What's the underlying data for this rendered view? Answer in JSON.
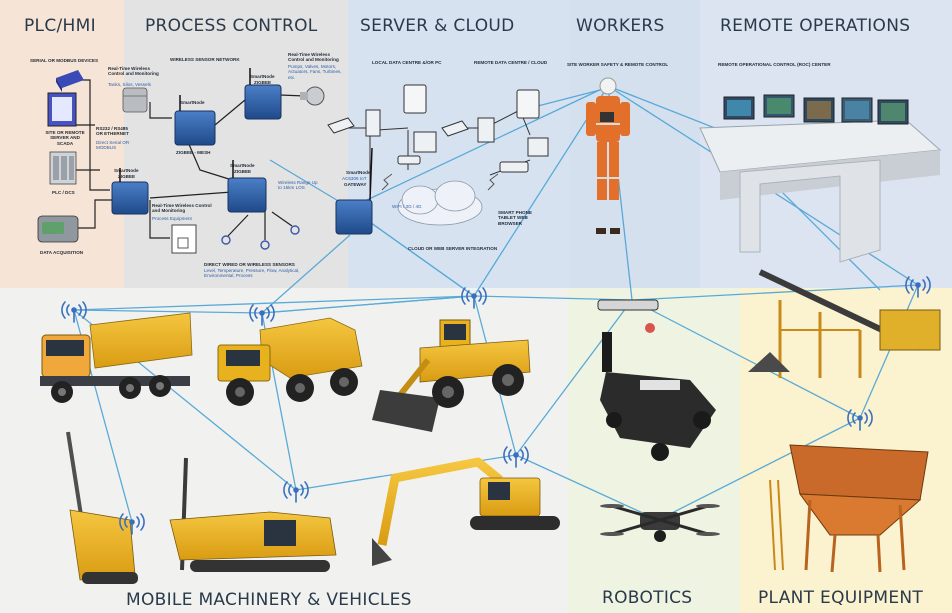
{
  "sections": {
    "plc_hmi": "PLC/HMI",
    "process_control": "PROCESS CONTROL",
    "server_cloud": "SERVER & CLOUD",
    "workers": "WORKERS",
    "remote_operations": "REMOTE OPERATIONS",
    "mobile_machinery": "MOBILE MACHINERY & VEHICLES",
    "robotics": "ROBOTICS",
    "plant_equipment": "PLANT EQUIPMENT"
  },
  "plc_labels": {
    "serial_devices": "SERIAL OR MODBUS DEVICES",
    "site_server": "SITE OR REMOTE SERVER AND SCADA",
    "plc_dcs": "PLC / DCS",
    "data_acquisition": "DATA ACQUISITION",
    "rs_link": "RS232 / RS485 OR ETHERNET",
    "direct_serial": "Direct Serial OR MODBUS"
  },
  "process_labels": {
    "wireless_sensor_network": "WIRELESS SENSOR NETWORK",
    "rt_control_top_title": "Real-Time Wireless Control and Monitoring",
    "rt_control_top_detail": "Pumps, Valves, Motors, Actuators, Fans, Turbines, etc.",
    "rt_control_left_title": "Real-Time Wireless Control and Monitoring",
    "rt_control_left_detail": "Tanks, Silos, Vessels",
    "smartnode": "SmartNode",
    "zigbee": "ZIGBEE",
    "zigbee_mesh": "ZIGBEE - MESH",
    "rt_control_mid_title": "Real-Time Wireless Control and Monitoring",
    "rt_control_mid_detail": "Process Equipment",
    "wireless_range": "Wireless Range Up to 15km LOS",
    "direct_wired_title": "DIRECT WIRED OR WIRELESS SENSORS",
    "direct_wired_detail": "Level, Temperature, Pressure, Flow, Analytical, Environmental, Process",
    "gateway_line1": "SmartNode",
    "gateway_line2": "AC6306 IoT",
    "gateway_line3": "GATEWAY"
  },
  "server_labels": {
    "local_data_centre": "LOCAL DATA CENTRE &/OR PC",
    "remote_data_centre": "REMOTE DATA CENTRE / CLOUD",
    "wifi": "WIFI / 3G / 4G",
    "devices": "SMART PHONE TABLET WEB BROWSER",
    "cloud_caption": "CLOUD OR WEB SERVER INTEGRATION"
  },
  "workers_labels": {
    "caption": "SITE WORKER SAFETY & REMOTE CONTROL"
  },
  "remote_labels": {
    "caption": "REMOTE OPERATIONAL CONTROL (ROC) CENTER"
  },
  "icon_names": [
    "wireless-signal-icon",
    "gateway-icon",
    "cloud-icon",
    "monitor-icon",
    "server-icon",
    "worker-icon",
    "control-desk-icon",
    "dump-truck-icon",
    "articulated-hauler-icon",
    "wheel-loader-icon",
    "drill-rig-icon",
    "excavator-icon",
    "robot-icon",
    "drone-icon",
    "conveyor-icon",
    "screen-plant-icon"
  ],
  "colors": {
    "plc_bg": "#f6e4d6",
    "process_bg": "#e3e3e3",
    "server_bg": "#d7e2f1",
    "remote_bg": "#dbe4f0",
    "mobile_bg": "#f2f3f1",
    "robotics_bg": "#eef3e3",
    "plant_bg": "#fbf2d0",
    "link_line": "#4aa3d6",
    "gateway_blue": "#2c5ea3",
    "machine_yellow": "#e8b21e"
  }
}
